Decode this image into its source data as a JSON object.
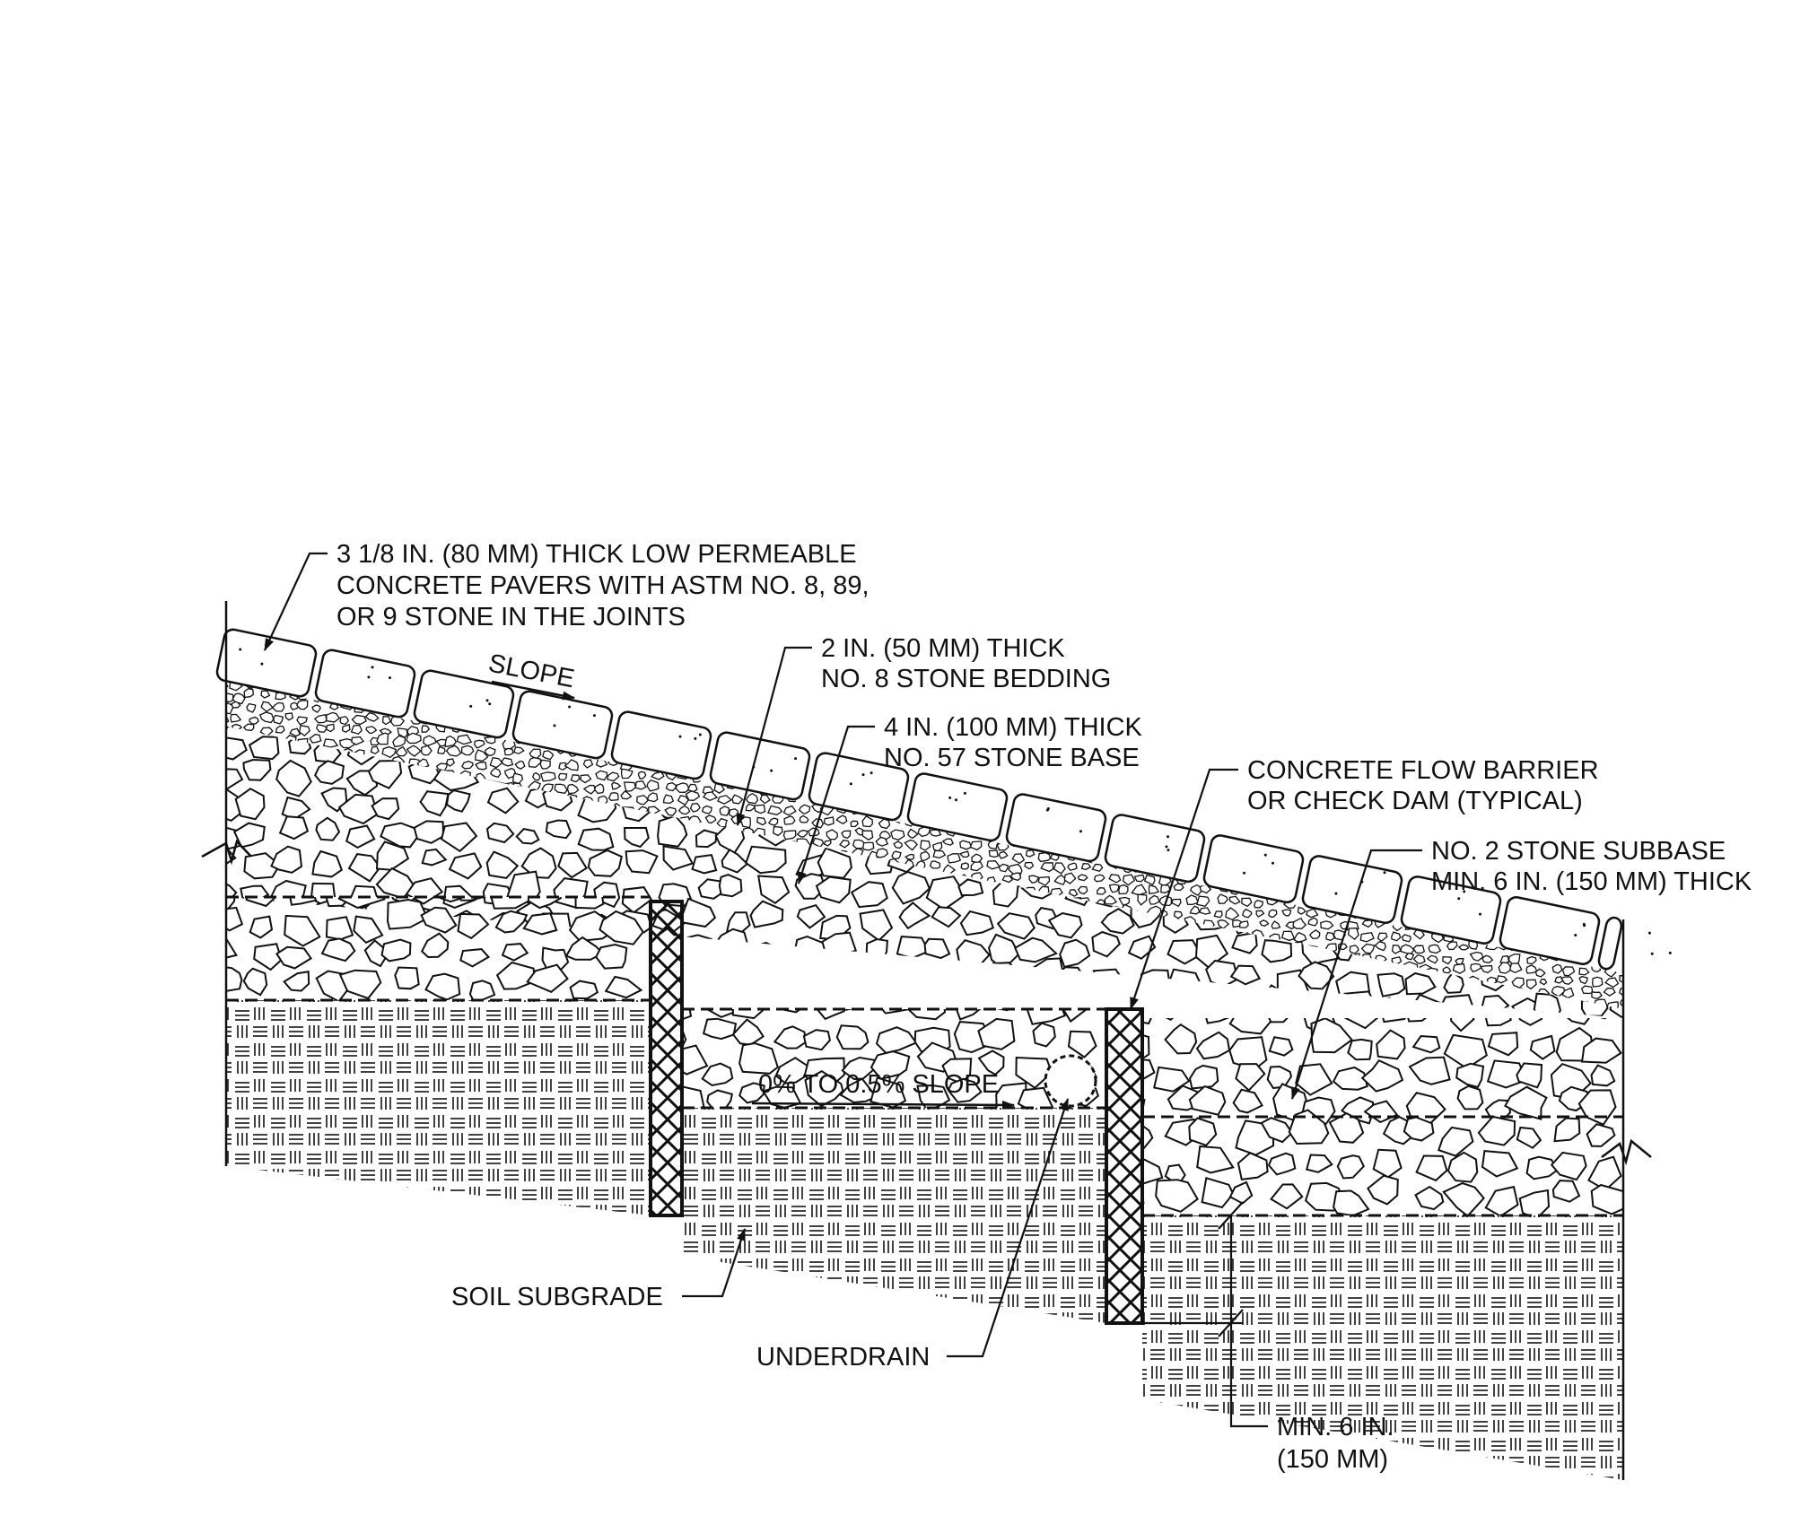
{
  "labels": {
    "pavers_line1": "3 1/8 IN. (80 MM) THICK LOW  PERMEABLE",
    "pavers_line2": "CONCRETE PAVERS WITH ASTM NO. 8, 89,",
    "pavers_line3": "OR 9 STONE IN THE JOINTS",
    "bedding_line1": "2 IN. (50 MM) THICK",
    "bedding_line2": "NO. 8 STONE BEDDING",
    "base_line1": "4 IN. (100 MM) THICK",
    "base_line2": "NO. 57 STONE BASE",
    "barrier_line1": "CONCRETE FLOW BARRIER",
    "barrier_line2": "OR CHECK DAM (TYPICAL)",
    "subbase_line1": "NO. 2 STONE SUBBASE",
    "subbase_line2": "MIN. 6 IN. (150 MM) THICK",
    "slope": "SLOPE",
    "underslope": "0% TO 0.5% SLOPE",
    "soil": "SOIL SUBGRADE",
    "underdrain": "UNDERDRAIN",
    "min_line1": "MIN. 6 IN.",
    "min_line2": "(150 MM)"
  },
  "colors": {
    "ink": "#111111",
    "paper": "#ffffff"
  }
}
